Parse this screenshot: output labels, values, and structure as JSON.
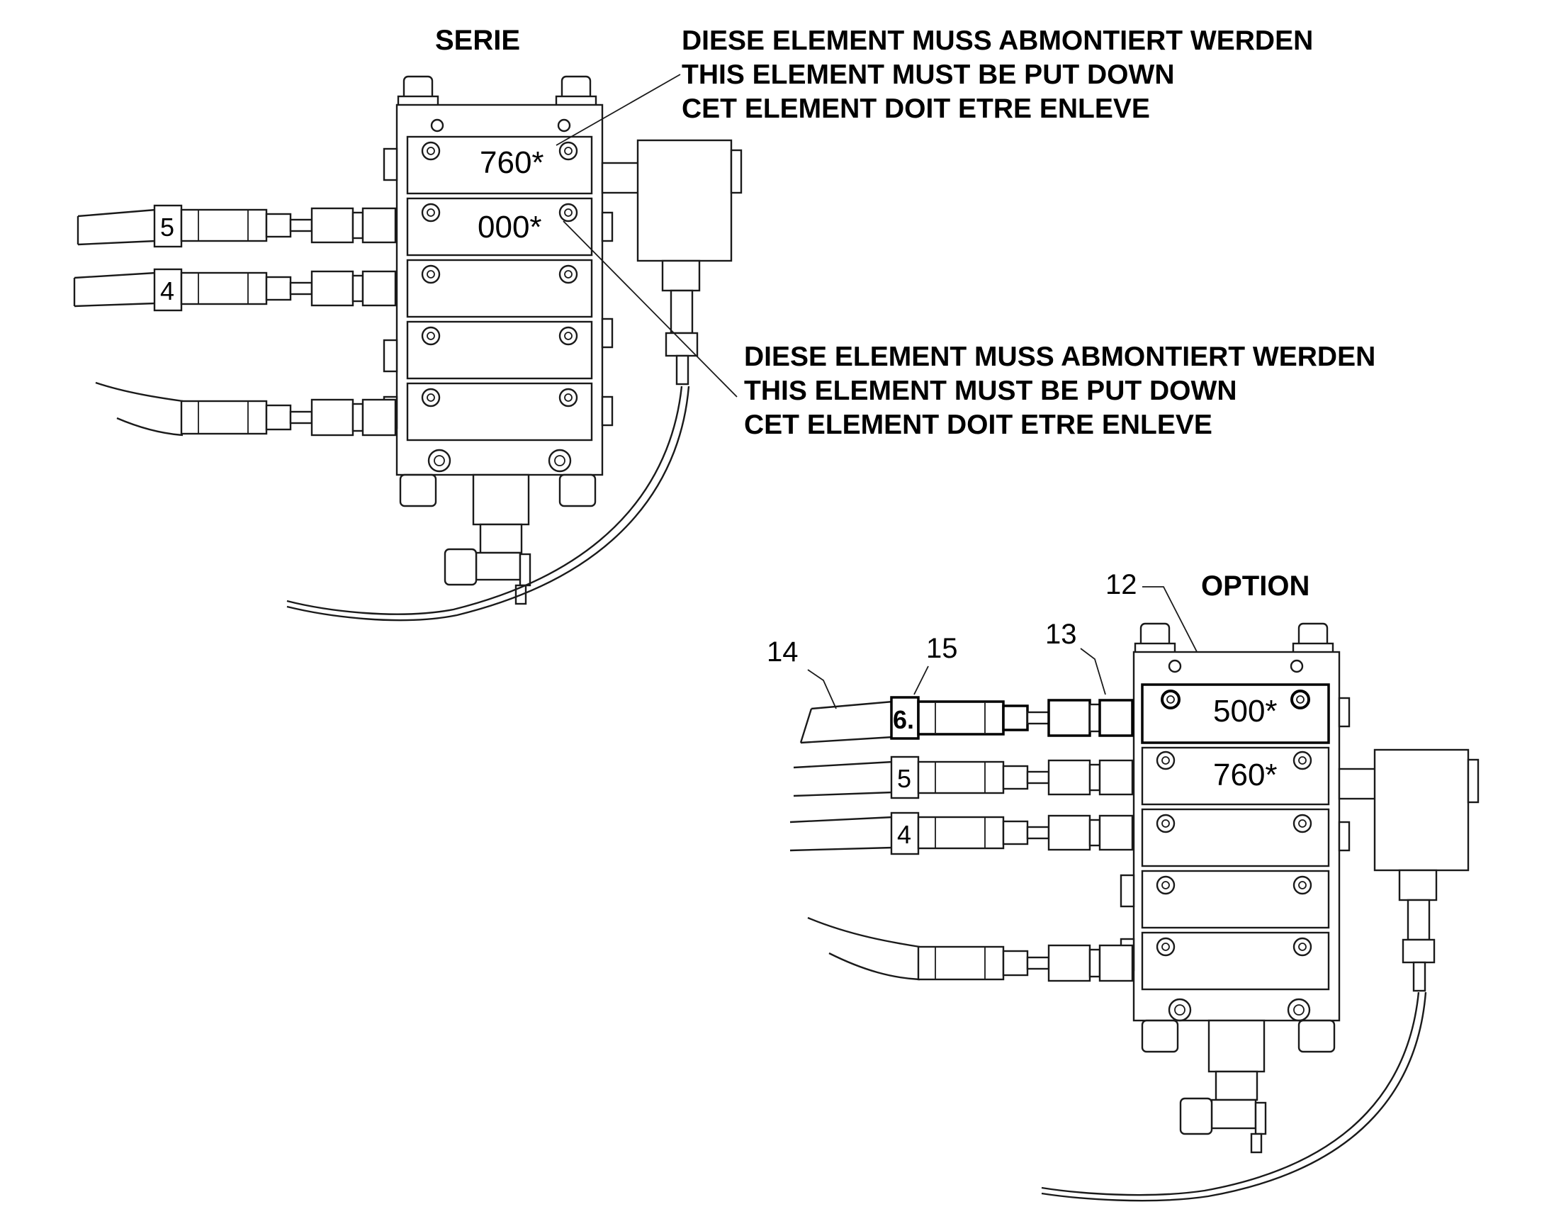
{
  "serie": {
    "title": "SERIE",
    "blocks": [
      "760*",
      "000*",
      "",
      "",
      ""
    ],
    "hose_tags": [
      "5",
      "4"
    ]
  },
  "notes": {
    "top": [
      "DIESE ELEMENT MUSS ABMONTIERT WERDEN",
      "THIS ELEMENT MUST BE PUT DOWN",
      "CET ELEMENT DOIT ETRE ENLEVE"
    ],
    "middle": [
      "DIESE ELEMENT MUSS ABMONTIERT WERDEN",
      "THIS ELEMENT MUST BE PUT DOWN",
      "CET ELEMENT DOIT ETRE ENLEVE"
    ]
  },
  "option": {
    "title": "OPTION",
    "blocks": [
      "500*",
      "760*",
      "",
      "",
      ""
    ],
    "hose_tags": [
      "6.",
      "5",
      "4"
    ],
    "callouts": [
      "12",
      "13",
      "14",
      "15"
    ]
  }
}
